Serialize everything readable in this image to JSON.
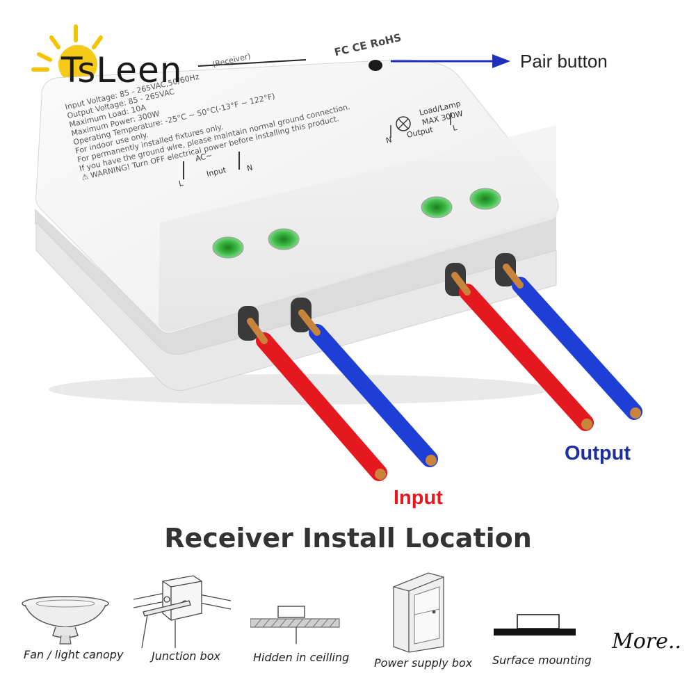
{
  "brand": {
    "name": "TsLeen"
  },
  "product": {
    "label_lines": [
      "(Receiver)",
      "Input Voltage: 85 - 265VAC,50/60Hz",
      "Output Voltage: 85 - 265VAC",
      "Maximum Load: 10A",
      "Maximum Power: 300W",
      "Operating Temperature: -25°C ~ 50°C(-13°F ~ 122°F)",
      "For indoor use only.",
      "For permanently installed fixtures only.",
      "If you have the ground wire, please maintain normal ground connection.",
      "⚠ WARNING! Turn OFF electrical power before installing this product."
    ],
    "cert_marks": "FC CE RoHS",
    "input_terminal": {
      "ac": "AC~",
      "l": "L",
      "input": "Input",
      "n": "N"
    },
    "output_terminal": {
      "load": "Load/Lamp",
      "max": "MAX 300W",
      "n": "N",
      "output": "Output",
      "l": "L"
    }
  },
  "annotations": {
    "pair_button": "Pair button",
    "input": "Input",
    "output": "Output"
  },
  "install": {
    "title": "Receiver Install Location",
    "locations": [
      {
        "label": "Fan / light canopy",
        "icon": "fan-canopy-icon"
      },
      {
        "label": "Junction box",
        "icon": "junction-box-icon"
      },
      {
        "label": "Hidden in ceilling",
        "icon": "ceiling-icon"
      },
      {
        "label": "Power supply box",
        "icon": "power-supply-box-icon"
      },
      {
        "label": "Surface mounting",
        "icon": "surface-mounting-icon"
      }
    ],
    "more": "More.."
  },
  "colors": {
    "red_wire": "#e5171f",
    "blue_wire": "#1d3fd6",
    "terminal_green": "#2fae3a",
    "arrow_blue": "#1e2fb8"
  }
}
